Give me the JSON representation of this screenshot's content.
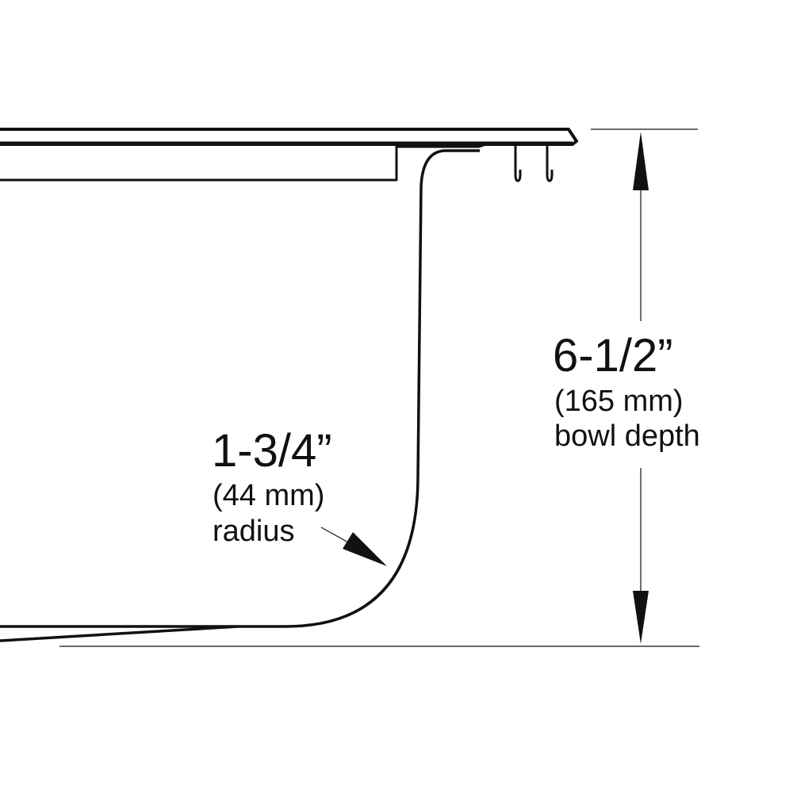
{
  "depth_dimension": {
    "value": "6-1/2”",
    "metric": "(165 mm)",
    "label": "bowl depth"
  },
  "radius_dimension": {
    "value": "1-3/4”",
    "metric": "(44 mm)",
    "label": "radius"
  },
  "colors": {
    "line": "#111111",
    "background": "#ffffff"
  }
}
